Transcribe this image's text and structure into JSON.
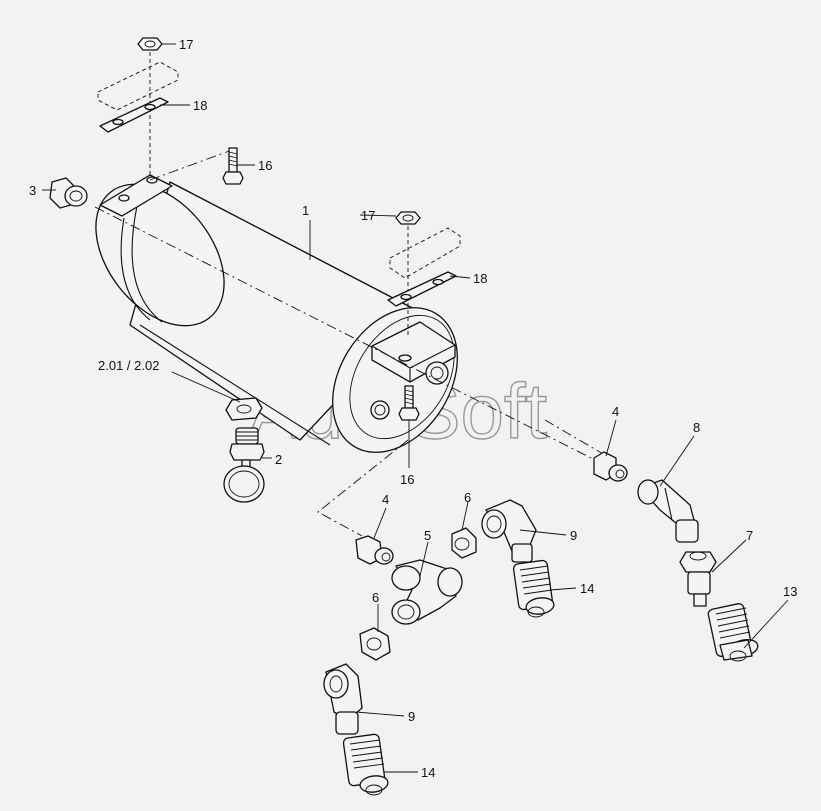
{
  "watermark": "AutoSoft",
  "callouts": {
    "c17_top": "17",
    "c18_top": "18",
    "c16_top": "16",
    "c3": "3",
    "c1": "1",
    "c17_right": "17",
    "c18_right": "18",
    "c201": "2.01 / 2.02",
    "c2": "2",
    "c16_bottom": "16",
    "c4_right": "4",
    "c8": "8",
    "c7": "7",
    "c13": "13",
    "c4_left": "4",
    "c6_upper": "6",
    "c9_upper": "9",
    "c5": "5",
    "c14_upper": "14",
    "c6_lower": "6",
    "c9_lower": "9",
    "c14_lower": "14"
  }
}
